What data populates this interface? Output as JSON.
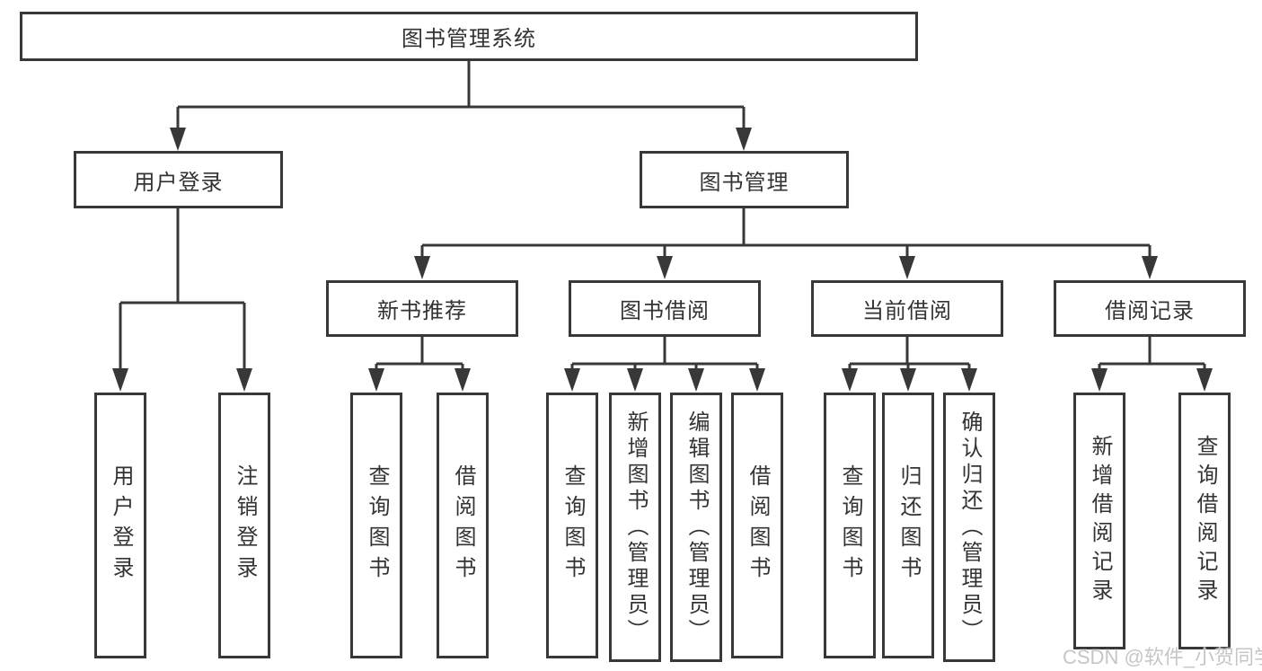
{
  "diagram": {
    "title": "图书管理系统",
    "level1": {
      "user_login": "用户登录",
      "book_management": "图书管理"
    },
    "level2": {
      "new_book_recommendation": "新书推荐",
      "book_borrowing": "图书借阅",
      "current_borrowing": "当前借阅",
      "borrowing_records": "借阅记录"
    },
    "leaves": {
      "user_login": "用户登录",
      "logout": "注销登录",
      "recommend_query_books": "查询图书",
      "recommend_borrow_books": "借阅图书",
      "borrowing_query_books": "查询图书",
      "borrowing_add_books_admin": "新增图书（管理员）",
      "borrowing_edit_books_admin": "编辑图书（管理员）",
      "borrowing_borrow_books": "借阅图书",
      "current_query_books": "查询图书",
      "current_return_books": "归还图书",
      "current_confirm_return_admin": "确认归还（管理员）",
      "records_add_record": "新增借阅记录",
      "records_query_record": "查询借阅记录"
    }
  },
  "watermark": "CSDN @软件_小贺同学",
  "colors": {
    "line": "#383838",
    "text": "#333333",
    "background": "#ffffff",
    "watermark": "#c6c6c6"
  }
}
